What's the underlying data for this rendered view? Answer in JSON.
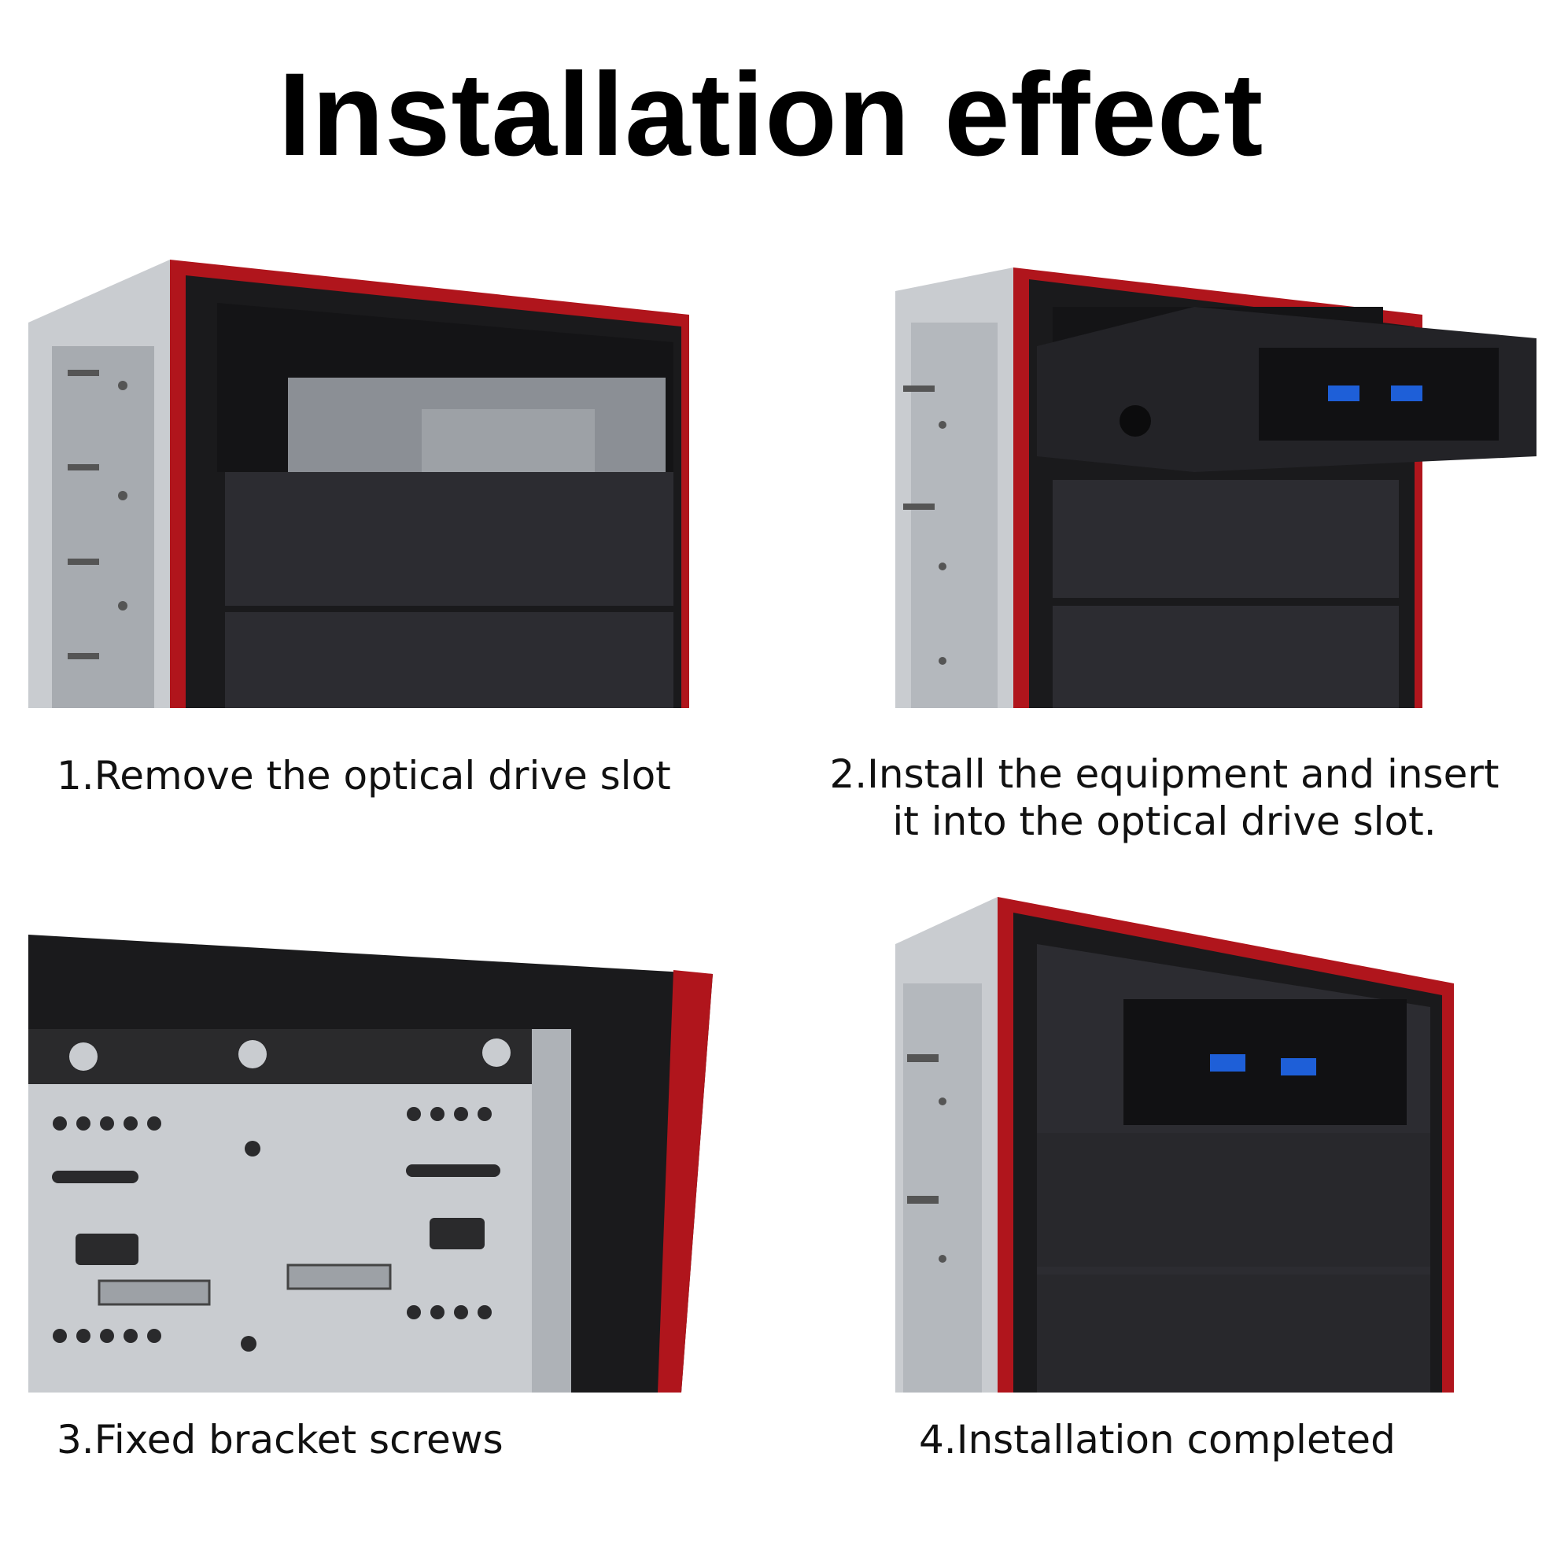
{
  "title": "Installation effect",
  "steps": [
    {
      "caption": "1.Remove the optical drive slot"
    },
    {
      "caption": "2.Install the equipment and insert\nit into the optical drive slot."
    },
    {
      "caption": "3.Fixed bracket screws"
    },
    {
      "caption": "4.Installation completed"
    }
  ],
  "colors": {
    "case_black": "#1a1a1c",
    "bezel_red": "#b0151c",
    "panel_gray": "#2c2c31",
    "metal_light": "#c9ccd0",
    "usb_blue": "#1e5fd8"
  }
}
